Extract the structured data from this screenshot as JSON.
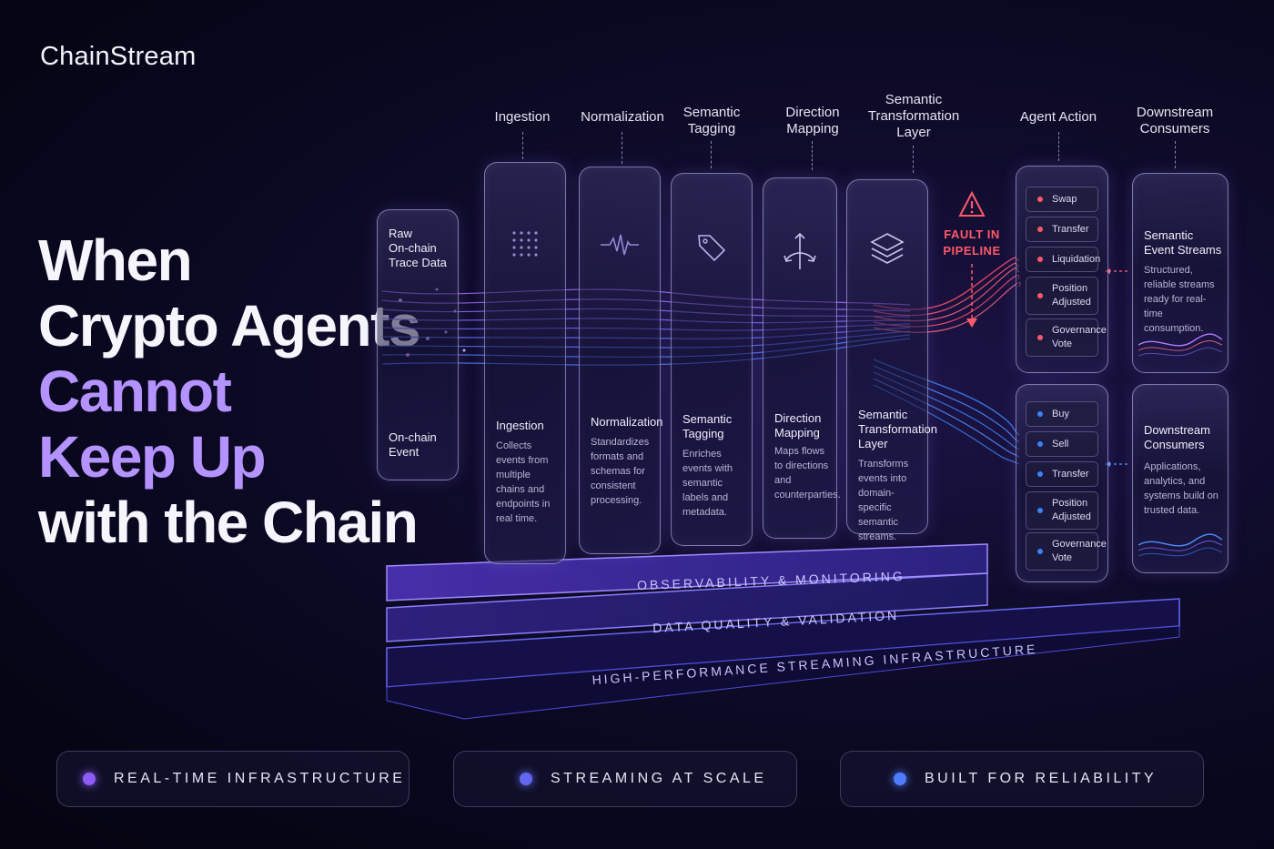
{
  "brand": "ChainStream",
  "headline": {
    "line1": "When",
    "line2": "Crypto Agents",
    "line3": "Cannot",
    "line4": "Keep Up",
    "line5": "with the Chain"
  },
  "stages": [
    {
      "title_a": "Ingestion",
      "title_b": ""
    },
    {
      "title_a": "Normalization",
      "title_b": ""
    },
    {
      "title_a": "Semantic",
      "title_b": "Tagging"
    },
    {
      "title_a": "Direction",
      "title_b": "Mapping"
    },
    {
      "title_a": "Semantic",
      "title_b": "Transformation",
      "title_c": "Layer"
    },
    {
      "title_a": "Agent Action",
      "title_b": ""
    },
    {
      "title_a": "Downstream",
      "title_b": "Consumers"
    }
  ],
  "raw_card": {
    "top_a": "Raw",
    "top_b": "On-chain",
    "top_c": "Trace Data",
    "bottom_a": "On-chain",
    "bottom_b": "Event"
  },
  "cards": [
    {
      "title_a": "Ingestion",
      "title_b": "",
      "title_c": "",
      "desc": "Collects events from multiple chains and endpoints in real time."
    },
    {
      "title_a": "Normalization",
      "title_b": "",
      "title_c": "",
      "desc": "Standardizes formats and schemas for consistent processing."
    },
    {
      "title_a": "Semantic",
      "title_b": "Tagging",
      "title_c": "",
      "desc": "Enriches events with semantic labels and metadata."
    },
    {
      "title_a": "Direction",
      "title_b": "Mapping",
      "title_c": "",
      "desc": "Maps flows to directions and counterparties."
    },
    {
      "title_a": "Semantic",
      "title_b": "Transformation",
      "title_c": "Layer",
      "desc": "Transforms events into domain-specific semantic streams."
    }
  ],
  "fault": {
    "line1": "FAULT IN",
    "line2": "PIPELINE"
  },
  "agent_actions_red": [
    "Swap",
    "Transfer",
    "Liquidation",
    "Position Adjusted",
    "Governance Vote"
  ],
  "agent_actions_blue": [
    "Buy",
    "Sell",
    "Transfer",
    "Position Adjusted",
    "Governance Vote"
  ],
  "consumers": [
    {
      "title_a": "Semantic",
      "title_b": "Event Streams",
      "desc": "Structured, reliable streams ready for real-time consumption."
    },
    {
      "title_a": "Downstream",
      "title_b": "Consumers",
      "desc": "Applications, analytics, and systems build on trusted data."
    }
  ],
  "layers": [
    "OBSERVABILITY & MONITORING",
    "DATA QUALITY & VALIDATION",
    "HIGH-PERFORMANCE STREAMING INFRASTRUCTURE"
  ],
  "badges": [
    {
      "label": "REAL-TIME INFRASTRUCTURE",
      "color": "#8b5cf6"
    },
    {
      "label": "STREAMING AT SCALE",
      "color": "#6366f1"
    },
    {
      "label": "BUILT FOR RELIABILITY",
      "color": "#4f7cff"
    }
  ],
  "colors": {
    "accent_purple": "#b493ff",
    "fault_red": "#ff5a6a",
    "stream_blue": "#3b82f6"
  }
}
